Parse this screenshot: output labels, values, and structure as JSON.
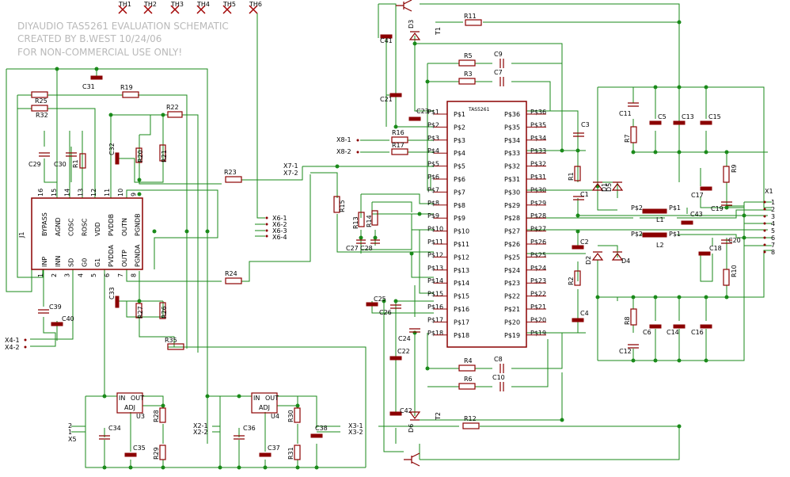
{
  "header": {
    "line1": "DIYAUDIO TAS5261 EVALUATION SCHEMATIC",
    "line2": "CREATED BY B.WEST 10/24/06",
    "line3": "FOR NON-COMMERCIAL USE ONLY!"
  },
  "test_points": [
    "TH1",
    "TH2",
    "TH3",
    "TH4",
    "TH5",
    "TH6"
  ],
  "u1_chip": {
    "name": "TAS5261",
    "left_pins": [
      "P$1",
      "P$2",
      "P$3",
      "P$4",
      "P$5",
      "P$6",
      "P$7",
      "P$8",
      "P$9",
      "P$10",
      "P$11",
      "P$12",
      "P$13",
      "P$14",
      "P$15",
      "P$16",
      "P$17",
      "P$18"
    ],
    "right_pins": [
      "P$36",
      "P$35",
      "P$34",
      "P$33",
      "P$32",
      "P$31",
      "P$30",
      "P$29",
      "P$28",
      "P$27",
      "P$26",
      "P$25",
      "P$24",
      "P$23",
      "P$22",
      "P$21",
      "P$20",
      "P$19"
    ]
  },
  "j1_chip": {
    "name": "J1",
    "top_pins": [
      "BYPASS",
      "AGND",
      "COSC",
      "ROSC",
      "VDD",
      "PVDDB",
      "OUTN",
      "PGNDB"
    ],
    "top_nums": [
      "16",
      "15",
      "14",
      "13",
      "12",
      "11",
      "10",
      "9"
    ],
    "bottom_pins": [
      "INP",
      "INN",
      "SD",
      "G0",
      "G1",
      "PVDDA",
      "OUTP",
      "PGNDA"
    ],
    "bottom_nums": [
      "1",
      "2",
      "3",
      "4",
      "5",
      "6",
      "7",
      "8"
    ]
  },
  "regulators": [
    {
      "name": "U3",
      "in": "IN",
      "out": "OUT",
      "adj": "ADJ"
    },
    {
      "name": "U4",
      "in": "IN",
      "out": "OUT",
      "adj": "ADJ"
    }
  ],
  "connectors": {
    "x1_label": "X1",
    "x1_pins": [
      "1",
      "2",
      "3",
      "4",
      "5",
      "6",
      "7",
      "8"
    ],
    "x4": [
      "X4-1",
      "X4-2"
    ],
    "x5_pins": [
      "2",
      "1"
    ],
    "x5_label": "X5",
    "x2": [
      "X2-1",
      "X2-2"
    ],
    "x3": [
      "X3-1",
      "X3-2"
    ],
    "x7": [
      "X7-1",
      "X7-2"
    ],
    "x8": [
      "X8-1",
      "X8-2"
    ],
    "x6": [
      "X6-1",
      "X6-2",
      "X6-3",
      "X6-4"
    ]
  },
  "labels": {
    "R25": "R25",
    "R32": "R32",
    "R19": "R19",
    "R22": "R22",
    "C31": "C31",
    "C29": "C29",
    "C30": "C30",
    "R1_left": "R1",
    "C32": "C32",
    "R20": "R20",
    "R21": "R21",
    "R23": "R23",
    "R24": "R24",
    "C33": "C33",
    "R27": "R27",
    "R26": "R26",
    "R35": "R35",
    "C39": "C39",
    "C40": "C40",
    "R15": "R15",
    "R13": "R13",
    "R14": "R14",
    "C27": "C27",
    "C28": "C28",
    "R16": "R16",
    "R17": "R17",
    "C41": "C41",
    "C21": "C21",
    "C23": "C23",
    "D3": "D3",
    "T1": "T1",
    "R11": "R11",
    "R5": "R5",
    "C9": "C9",
    "R3": "R3",
    "C7": "C7",
    "C25": "C25",
    "C26": "C26",
    "C24": "C24",
    "C22": "C22",
    "C42": "C42",
    "D6": "D6",
    "T2": "T2",
    "R4": "R4",
    "C8": "C8",
    "R6": "R6",
    "C10": "C10",
    "R12": "R12",
    "C3": "C3",
    "R1": "R1",
    "C1": "C1",
    "D1": "D1",
    "D5": "D5",
    "C2": "C2",
    "R2": "R2",
    "D2": "D2",
    "D4": "D4",
    "C4": "C4",
    "C11": "C11",
    "R7": "R7",
    "C5": "C5",
    "C13": "C13",
    "C15": "C15",
    "R9": "R9",
    "C17": "C17",
    "C19": "C19",
    "L1": "L1",
    "C43": "C43",
    "L2": "L2",
    "C20": "C20",
    "C18": "C18",
    "R10": "R10",
    "R8": "R8",
    "C12": "C12",
    "C6": "C6",
    "C14": "C14",
    "C16": "C16",
    "C34": "C34",
    "C35": "C35",
    "R28": "R28",
    "R29": "R29",
    "U3": "U3",
    "C36": "C36",
    "C37": "C37",
    "R30": "R30",
    "R31": "R31",
    "C38": "C38",
    "U4": "U4",
    "PS2_top": "P$2",
    "PS1_top": "P$1",
    "PS2_bot": "P$2",
    "PS1_bot": "P$1"
  },
  "colors": {
    "wire": "#1a8a1a",
    "part": "#8b0000",
    "header_text": "#b9b9b9",
    "testpoint": "#a00000"
  }
}
